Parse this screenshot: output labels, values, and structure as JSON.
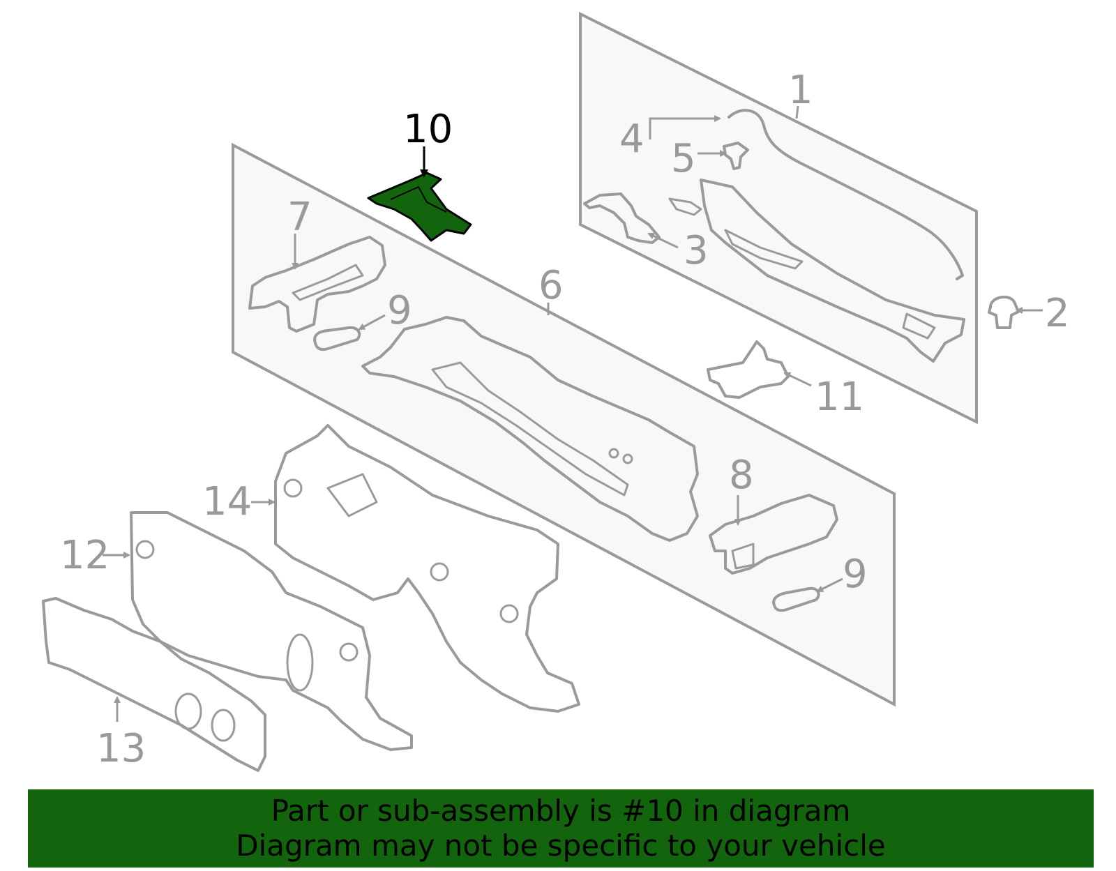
{
  "colors": {
    "highlight": "#12650c",
    "parts": "#9a9a9a",
    "panel_fill": "#f8f8f8",
    "banner_bg": "#12650c"
  },
  "callouts": {
    "c1": "1",
    "c2": "2",
    "c3": "3",
    "c4": "4",
    "c5": "5",
    "c6": "6",
    "c7": "7",
    "c8": "8",
    "c9a": "9",
    "c9b": "9",
    "c10": "10",
    "c11": "11",
    "c12": "12",
    "c13": "13",
    "c14": "14"
  },
  "highlighted_part": "10",
  "banner": {
    "line1": "Part or sub-assembly is #10 in diagram",
    "line2": "Diagram may not be specific to your vehicle"
  }
}
